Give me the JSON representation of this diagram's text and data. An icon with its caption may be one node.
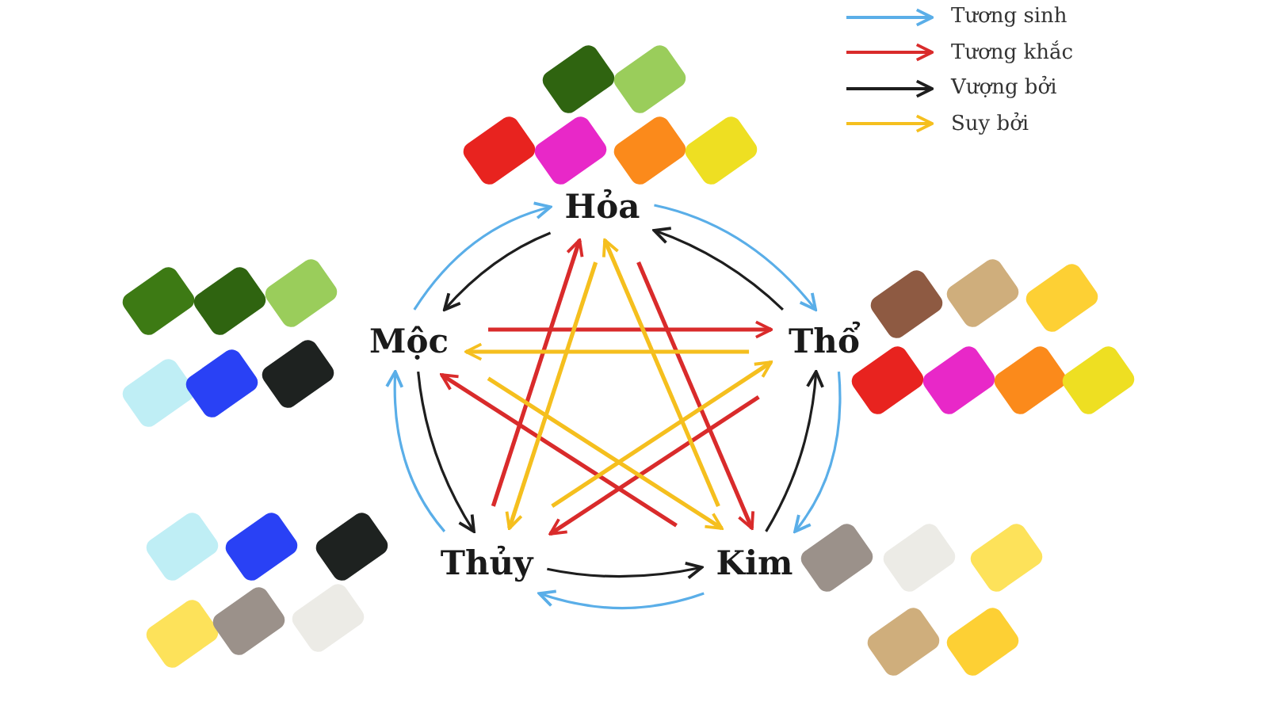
{
  "diagram": {
    "nodes": [
      {
        "text": [
          "Hỏa"
        ]
      },
      {
        "text": [
          "Thổ"
        ]
      },
      {
        "text": [
          "Kim"
        ]
      },
      {
        "text": [
          "Thủy"
        ]
      },
      {
        "text": [
          "Mộc"
        ]
      }
    ],
    "edges": [
      {
        "from": 4,
        "to": 0,
        "arrow": "to",
        "color": "#5aaee8"
      },
      {
        "from": 0,
        "to": 1,
        "arrow": "to",
        "color": "#5aaee8"
      },
      {
        "from": 1,
        "to": 2,
        "arrow": "to",
        "color": "#5aaee8"
      },
      {
        "from": 2,
        "to": 3,
        "arrow": "to",
        "color": "#5aaee8"
      },
      {
        "from": 3,
        "to": 4,
        "arrow": "to",
        "color": "#5aaee8"
      },
      {
        "from": 0,
        "to": 4,
        "arrow": "to",
        "color": "#1e1e1e"
      },
      {
        "from": 1,
        "to": 0,
        "arrow": "to",
        "color": "#1e1e1e"
      },
      {
        "from": 2,
        "to": 1,
        "arrow": "to",
        "color": "#1e1e1e"
      },
      {
        "from": 3,
        "to": 2,
        "arrow": "to",
        "color": "#1e1e1e"
      },
      {
        "from": 4,
        "to": 3,
        "arrow": "to",
        "color": "#1e1e1e"
      },
      {
        "from": 4,
        "to": 1,
        "arrow": "to",
        "color": "#d92b2b"
      },
      {
        "from": 1,
        "to": 3,
        "arrow": "to",
        "color": "#d92b2b"
      },
      {
        "from": 3,
        "to": 0,
        "arrow": "to",
        "color": "#d92b2b"
      },
      {
        "from": 0,
        "to": 2,
        "arrow": "to",
        "color": "#d92b2b"
      },
      {
        "from": 2,
        "to": 4,
        "arrow": "to",
        "color": "#d92b2b"
      },
      {
        "from": 1,
        "to": 4,
        "arrow": "to",
        "color": "#f5bf1e"
      },
      {
        "from": 4,
        "to": 2,
        "arrow": "to",
        "color": "#f5bf1e"
      },
      {
        "from": 2,
        "to": 0,
        "arrow": "to",
        "color": "#f5bf1e"
      },
      {
        "from": 0,
        "to": 3,
        "arrow": "to",
        "color": "#f5bf1e"
      },
      {
        "from": 3,
        "to": 1,
        "arrow": "to",
        "color": "#f5bf1e"
      }
    ],
    "legend": [
      {
        "text": "Tương sinh",
        "color": "#5aaee8"
      },
      {
        "text": "Tương khắc",
        "color": "#d92b2b"
      },
      {
        "text": "Vượng bởi",
        "color": "#1e1e1e"
      },
      {
        "text": "Suy bởi",
        "color": "#f5bf1e"
      }
    ]
  }
}
